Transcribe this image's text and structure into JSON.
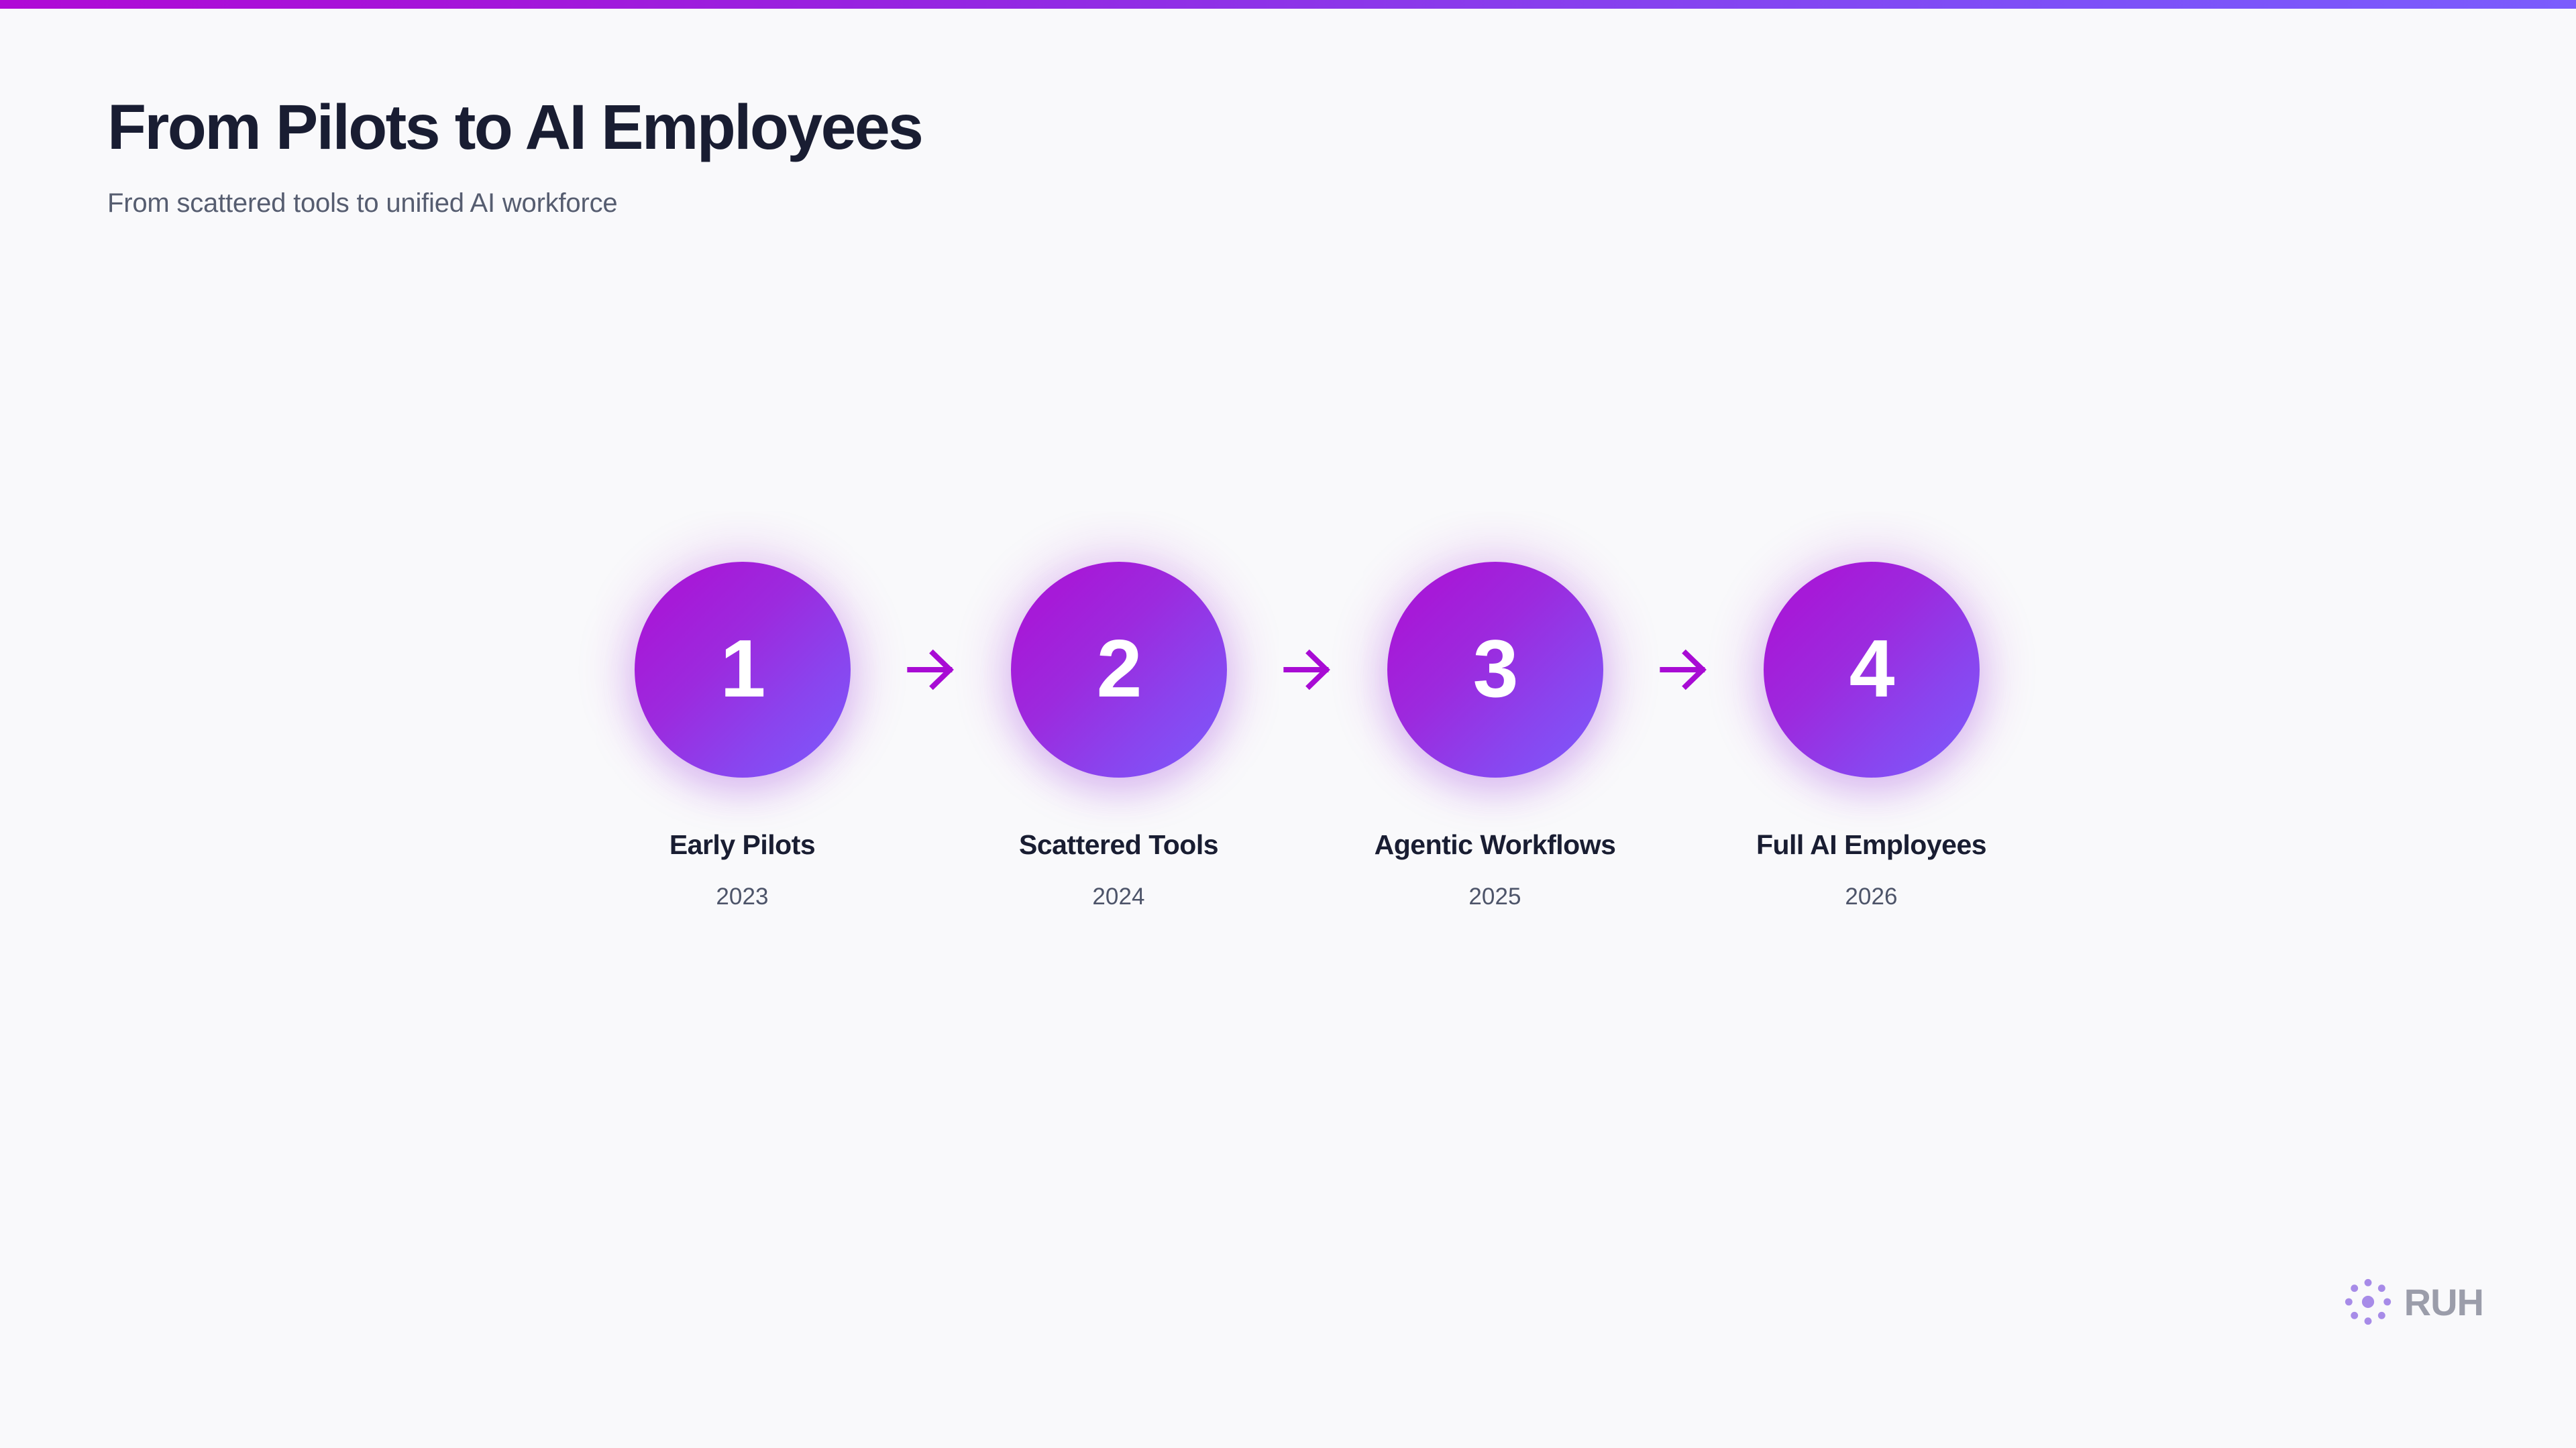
{
  "header": {
    "title": "From Pilots to AI Employees",
    "subtitle": "From scattered tools to unified AI workforce"
  },
  "timeline": {
    "steps": [
      {
        "number": "1",
        "label": "Early Pilots",
        "year": "2023"
      },
      {
        "number": "2",
        "label": "Scattered Tools",
        "year": "2024"
      },
      {
        "number": "3",
        "label": "Agentic Workflows",
        "year": "2025"
      },
      {
        "number": "4",
        "label": "Full AI Employees",
        "year": "2026"
      }
    ],
    "connector_icon": "arrow-right-icon"
  },
  "brand": {
    "name": "RUH",
    "mark_icon": "ruh-dot-burst-logo-icon"
  },
  "colors": {
    "background": "#f9f9fb",
    "accent_bar_start": "#b00ad6",
    "accent_bar_end": "#7b5cfd",
    "circle_gradient_start": "#a816d9",
    "circle_gradient_end": "#7b5cfd",
    "arrow": "#a80bd4",
    "title_text": "#191d32",
    "subtitle_text": "#565d70",
    "label_text": "#191d32",
    "year_text": "#4d5469",
    "brand_text": "#9b9daa",
    "brand_mark": "#a78be8"
  }
}
